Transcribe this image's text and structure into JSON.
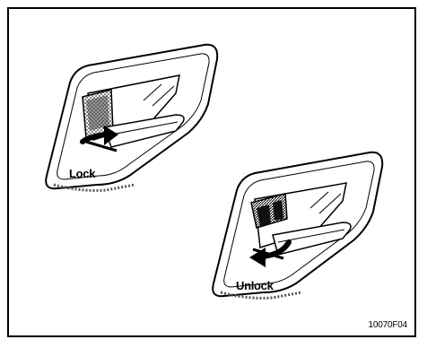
{
  "figure": {
    "labels": {
      "lock": "Lock",
      "unlock": "Unlock"
    },
    "figure_code": "10070F04"
  },
  "icons": {
    "lock_arrow": "curved-arrow-icon",
    "unlock_arrow": "curved-arrow-icon"
  }
}
